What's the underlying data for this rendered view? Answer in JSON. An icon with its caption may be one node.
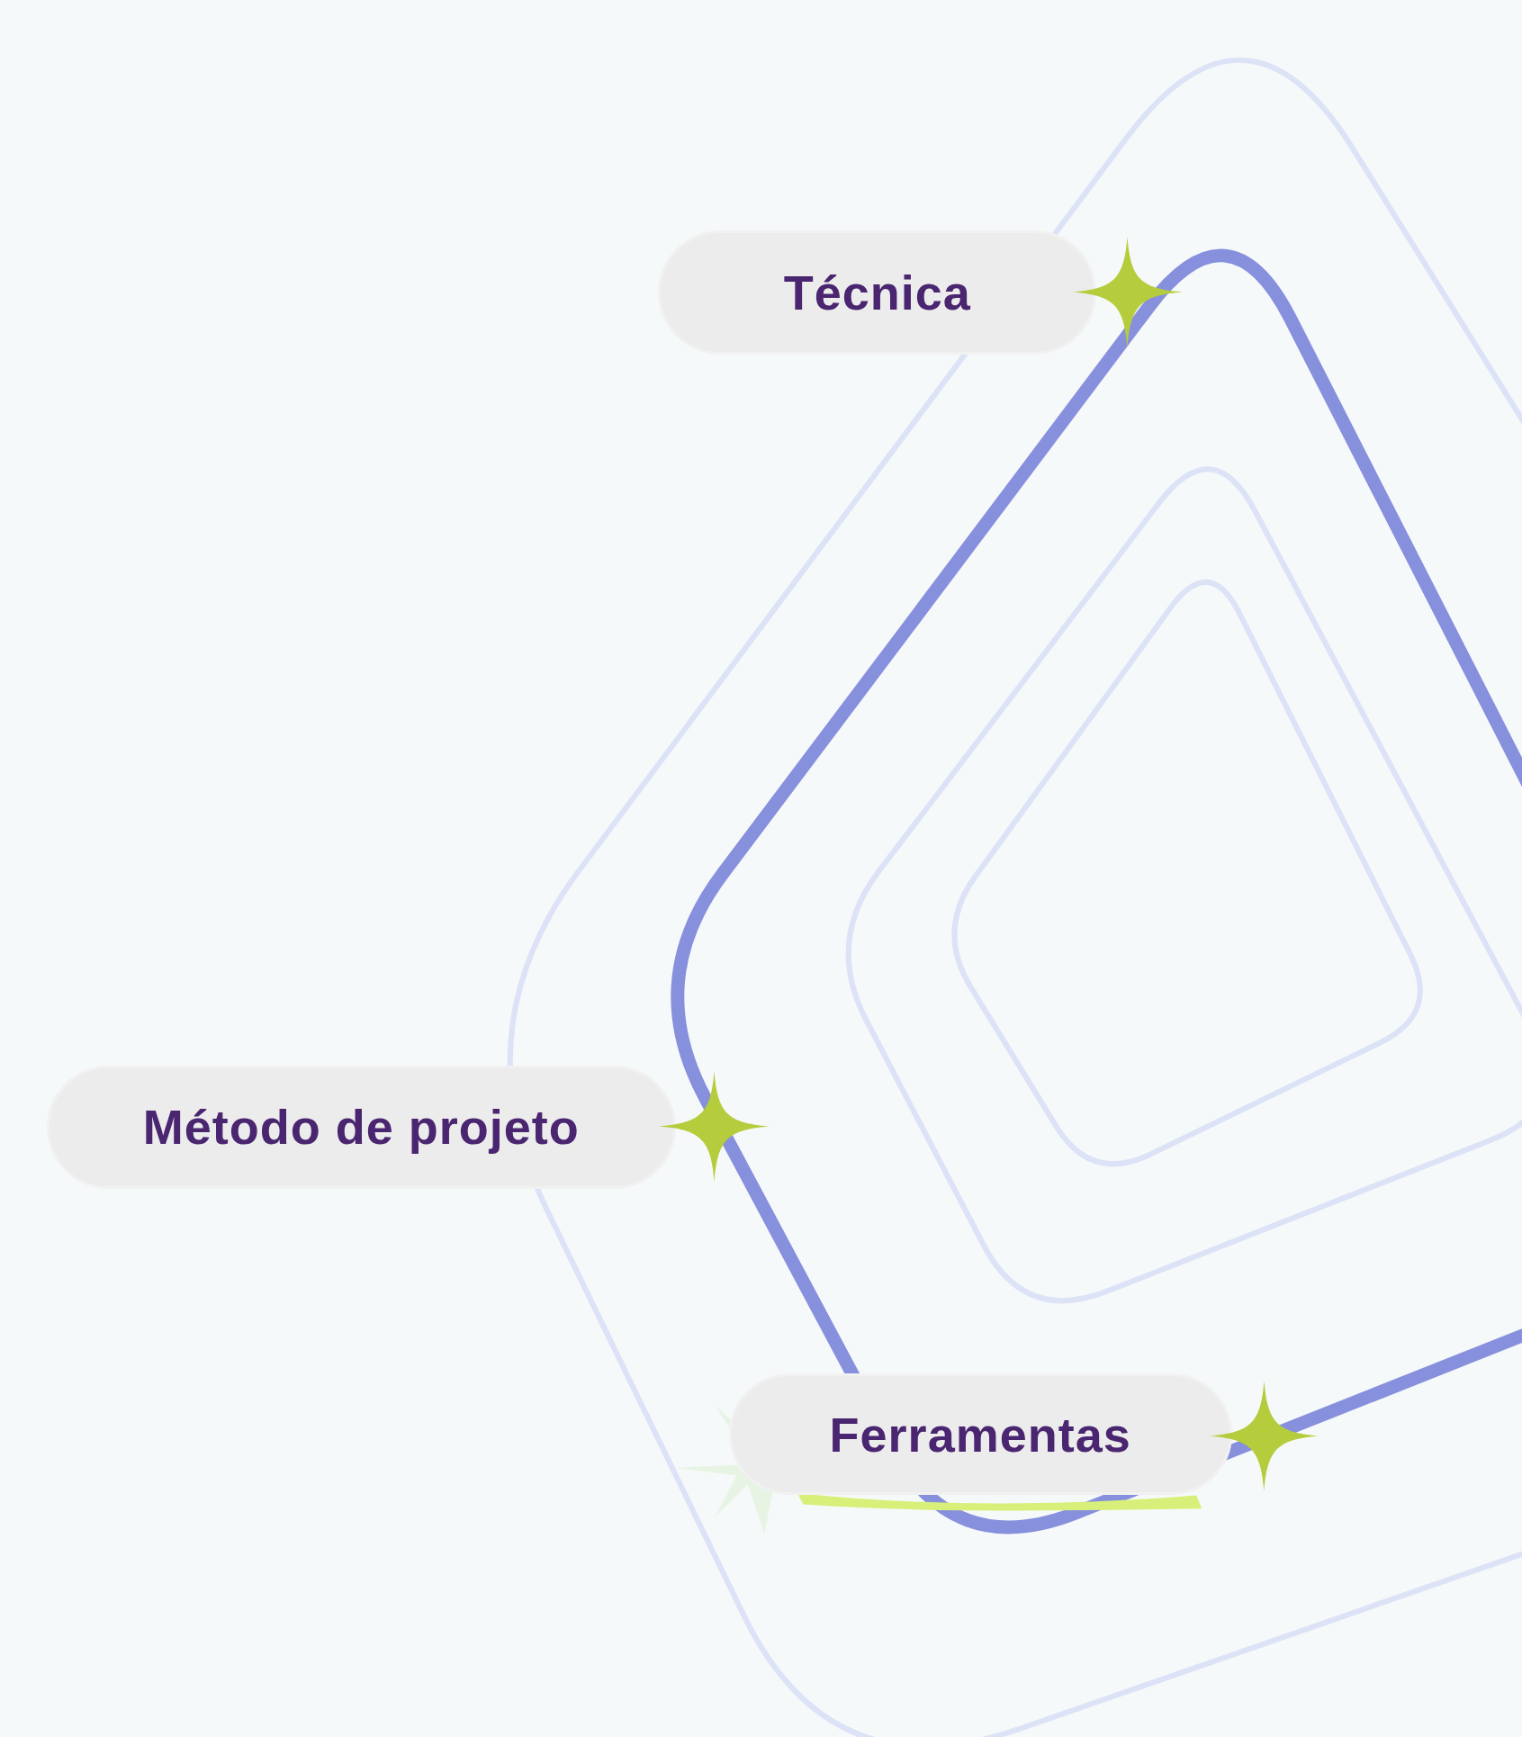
{
  "diagram": {
    "nodes": [
      {
        "text": [
          "Técnica"
        ]
      },
      {
        "text": [
          "Método de projeto"
        ]
      },
      {
        "text": [
          "Ferramentas"
        ]
      }
    ]
  }
}
